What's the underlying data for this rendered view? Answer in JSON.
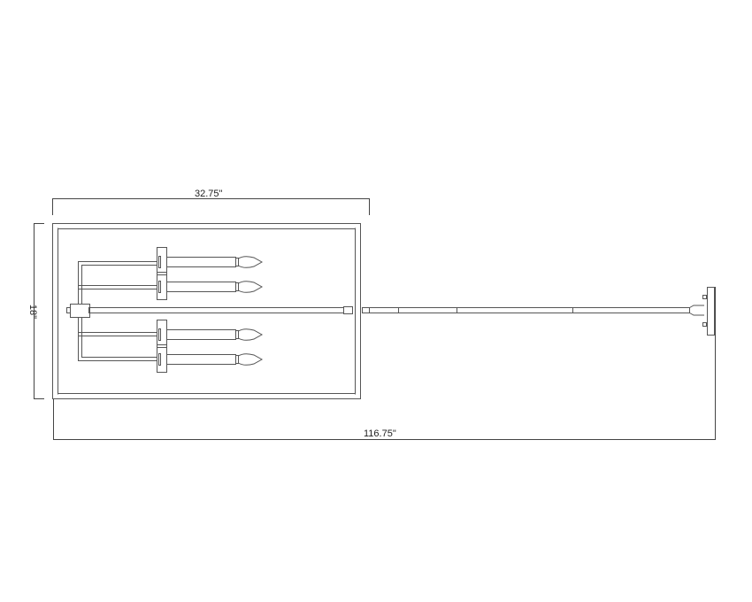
{
  "dimensions": {
    "width": "32.75\"",
    "height": "18\"",
    "overall_length": "116.75\""
  },
  "fixture": {
    "candle_count": 4
  },
  "colors": {
    "line": "#555555",
    "background": "#ffffff"
  }
}
